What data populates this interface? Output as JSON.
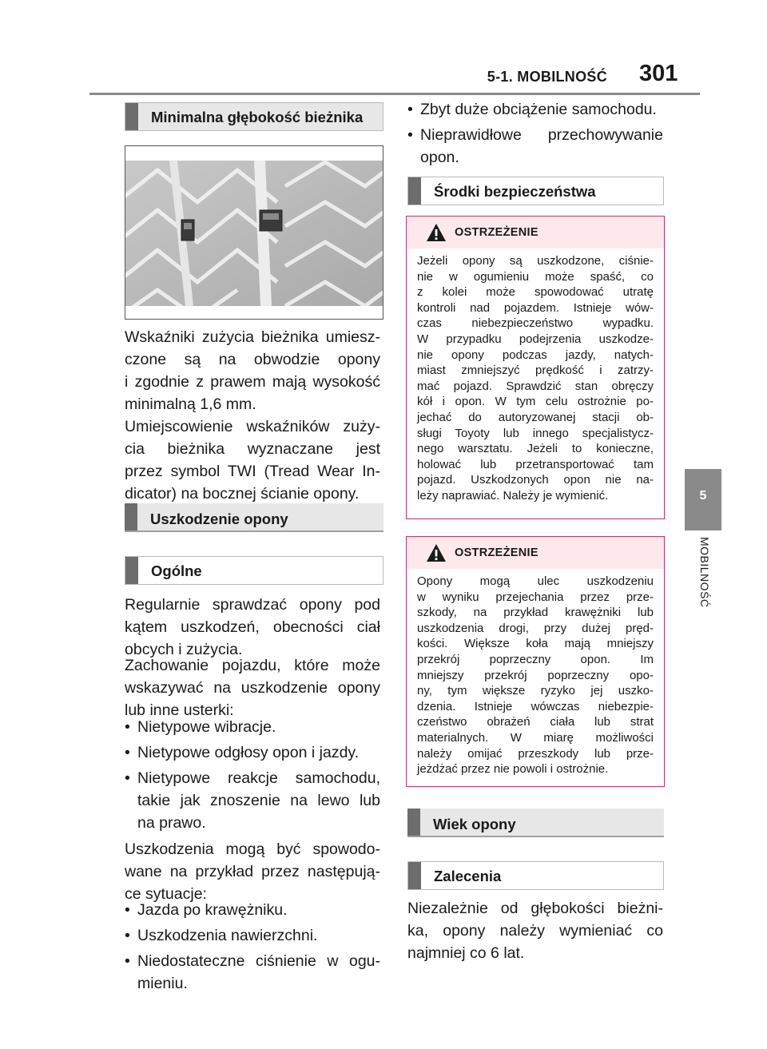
{
  "header": {
    "section": "5-1. MOBILNOŚĆ",
    "page": "301"
  },
  "side": {
    "tab_number": "5",
    "label": "MOBILNOŚĆ"
  },
  "left": {
    "h_min_depth": "Minimalna głębokość bieżnika",
    "p1": [
      "Wskaźniki zużycia bieżnika umiesz-",
      "czone są na obwodzie opony",
      "i zgodnie z prawem mają wysokość",
      "minimalną 1,6 mm."
    ],
    "p2": [
      "Umiejscowienie wskaźników zuży-",
      "cia bieżnika wyznaczane jest",
      "przez symbol TWI (Tread Wear In-",
      "dicator) na bocznej ścianie opony."
    ],
    "h_damage": "Uszkodzenie opony",
    "h_general": "Ogólne",
    "p3": [
      "Regularnie sprawdzać opony pod",
      "kątem uszkodzeń, obecności ciał",
      "obcych i zużycia."
    ],
    "p4": [
      "Zachowanie pojazdu, które może",
      "wskazywać na uszkodzenie opony",
      "lub inne usterki:"
    ],
    "bullets1": [
      [
        "Nietypowe wibracje."
      ],
      [
        "Nietypowe odgłosy opon i jazdy."
      ],
      [
        "Nietypowe reakcje samochodu,",
        "takie jak znoszenie na lewo lub",
        "na prawo."
      ]
    ],
    "p5": [
      "Uszkodzenia mogą być spowodo-",
      "wane na przykład przez następują-",
      "ce sytuacje:"
    ],
    "bullets2": [
      [
        "Jazda po krawężniku."
      ],
      [
        "Uszkodzenia nawierzchni."
      ],
      [
        "Niedostateczne ciśnienie w ogu-",
        "mieniu."
      ]
    ]
  },
  "right": {
    "bullets": [
      [
        "Zbyt duże obciążenie samochodu."
      ],
      [
        "Nieprawidłowe przechowywanie",
        "opon."
      ]
    ],
    "h_safety": "Środki bezpieczeństwa",
    "warning1": {
      "title": "OSTRZEŻENIE",
      "lines": [
        "Jeżeli opony są uszkodzone, ciśnie-",
        "nie w ogumieniu może spaść, co",
        "z kolei może spowodować utratę",
        "kontroli nad pojazdem. Istnieje wów-",
        "czas niebezpieczeństwo wypadku.",
        "W przypadku podejrzenia uszkodze-",
        "nie opony podczas jazdy, natych-",
        "miast zmniejszyć prędkość i zatrzy-",
        "mać pojazd. Sprawdzić stan obręczy",
        "kół i opon. W tym celu ostrożnie po-",
        "jechać do autoryzowanej stacji ob-",
        "sługi Toyoty lub innego specjalistycz-",
        "nego warsztatu. Jeżeli to konieczne,",
        "holować lub przetransportować tam",
        "pojazd. Uszkodzonych opon nie na-",
        "leży naprawiać. Należy je wymienić."
      ]
    },
    "warning2": {
      "title": "OSTRZEŻENIE",
      "lines": [
        "Opony mogą ulec uszkodzeniu",
        "w wyniku przejechania przez prze-",
        "szkody, na przykład krawężniki lub",
        "uszkodzenia drogi, przy dużej pręd-",
        "kości. Większe koła mają mniejszy",
        "przekrój poprzeczny opon. Im",
        "mniejszy przekrój poprzeczny opo-",
        "ny, tym większe ryzyko jej uszko-",
        "dzenia. Istnieje wówczas niebezpie-",
        "czeństwo obrażeń ciała lub strat",
        "materialnych. W miarę możliwości",
        "należy omijać przeszkody lub prze-",
        "jeżdżać przez nie powoli i ostrożnie."
      ]
    },
    "h_age": "Wiek opony",
    "h_recs": "Zalecenia",
    "p_final": [
      "Niezależnie od głębokości bieżni-",
      "ka, opony należy wymieniać co",
      "najmniej co 6 lat."
    ]
  },
  "colors": {
    "warning_border": "#c8306a",
    "warning_fill": "#fde9ec",
    "tab_grey": "#8a8a8a"
  },
  "icons": {
    "warning": "warning-triangle-icon"
  }
}
